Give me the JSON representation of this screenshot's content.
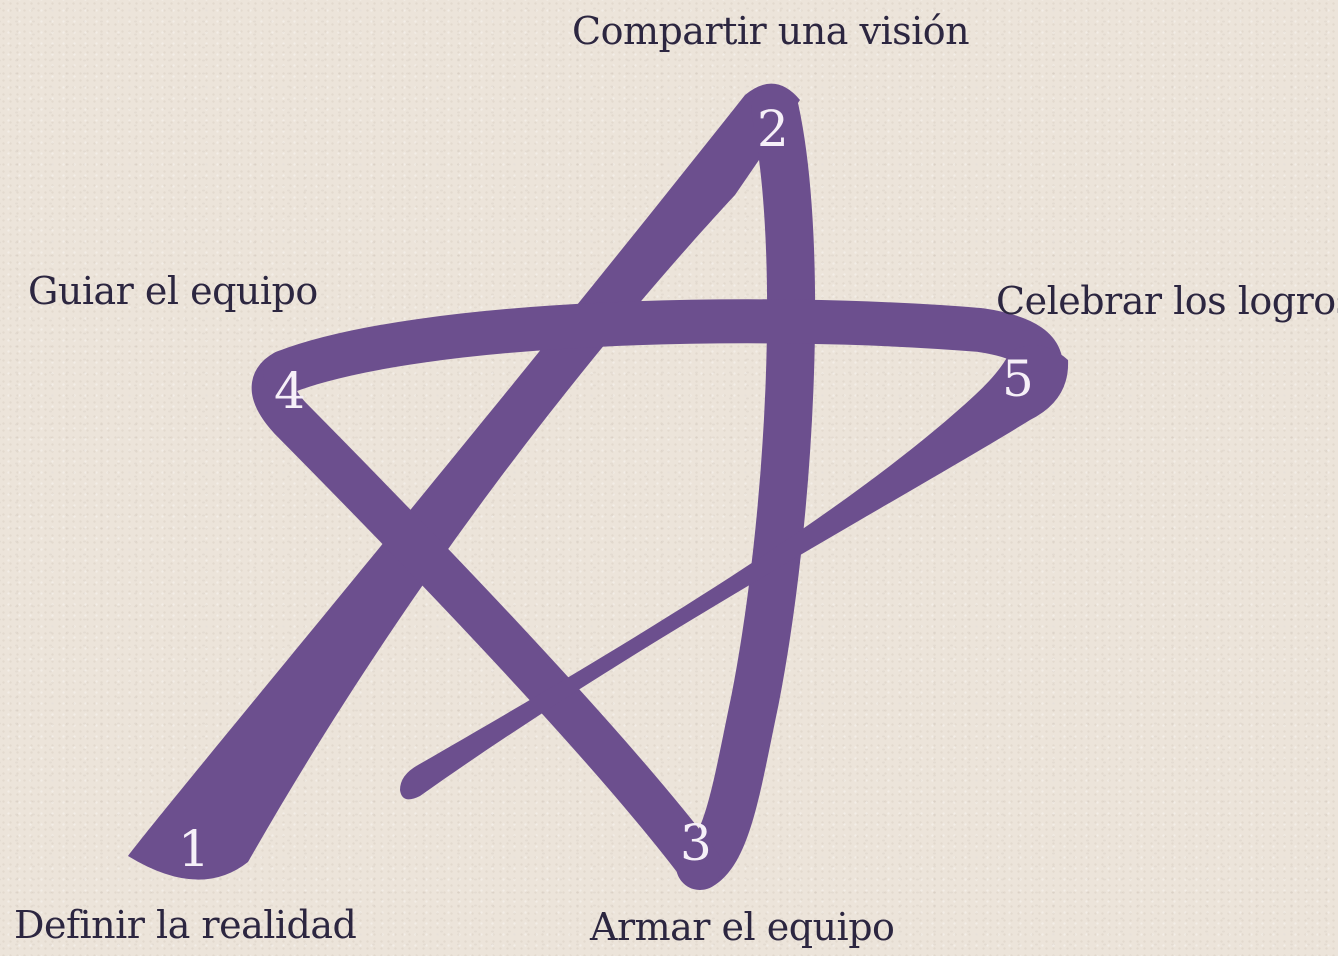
{
  "colors": {
    "star": "#6c4f8e",
    "background": "#ece4da",
    "label_text": "#2c2640",
    "number_text": "#f6f0f8"
  },
  "nodes": [
    {
      "id": "n1",
      "number": "1",
      "label": "Definir la realidad"
    },
    {
      "id": "n2",
      "number": "2",
      "label": "Compartir una visión"
    },
    {
      "id": "n3",
      "number": "3",
      "label": "Armar el equipo"
    },
    {
      "id": "n4",
      "number": "4",
      "label": "Guiar el equipo"
    },
    {
      "id": "n5",
      "number": "5",
      "label": "Celebrar los logros"
    }
  ],
  "edges": [
    {
      "from": "1",
      "to": "2"
    },
    {
      "from": "2",
      "to": "3"
    },
    {
      "from": "3",
      "to": "4"
    },
    {
      "from": "4",
      "to": "5"
    },
    {
      "from": "5",
      "to": "end"
    }
  ]
}
